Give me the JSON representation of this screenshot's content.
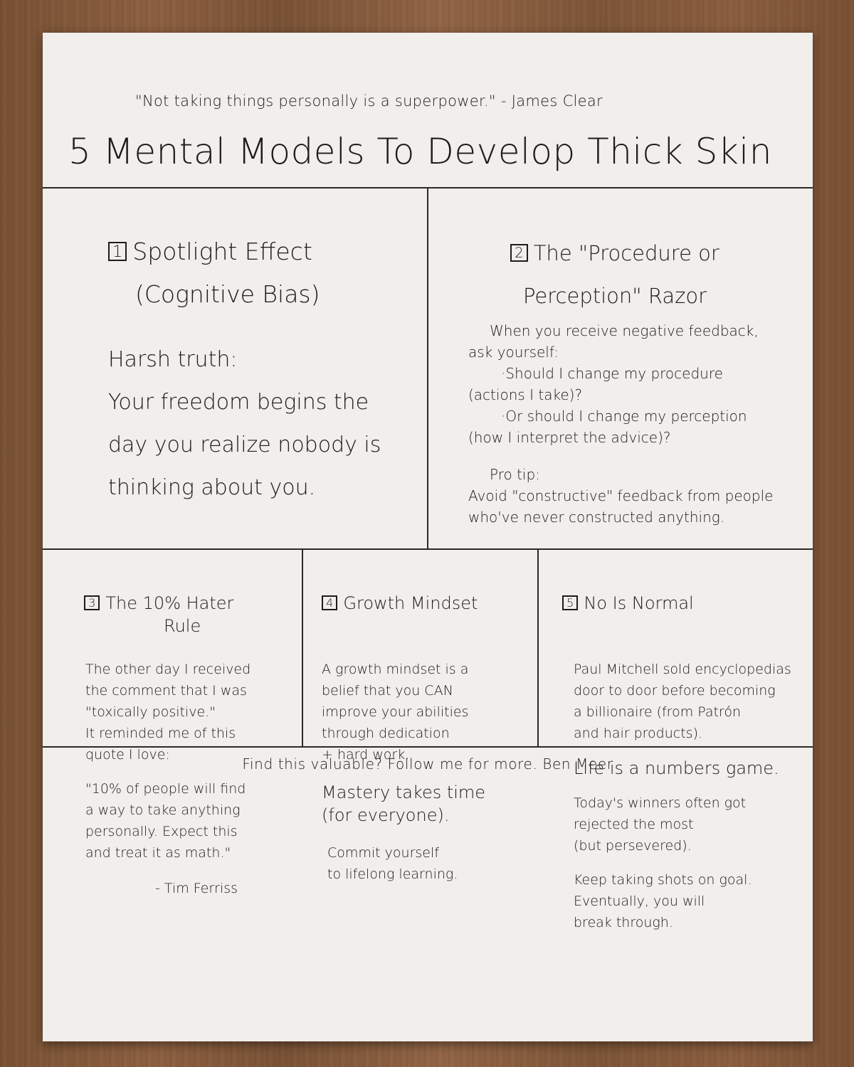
{
  "quote": "\"Not taking things personally is a superpower.\"  - James Clear",
  "title": "5 Mental Models To Develop Thick Skin",
  "sections": [
    {
      "number": "1",
      "title_line1": "Spotlight Effect",
      "title_line2": "(Cognitive Bias)",
      "body": [
        "Harsh truth:",
        "Your freedom begins the",
        "day you realize nobody is",
        "thinking about you."
      ]
    },
    {
      "number": "2",
      "title_line1": "The \"Procedure or",
      "title_line2": "Perception\" Razor",
      "intro_line1": "When you receive negative feedback,",
      "intro_line2": "ask yourself:",
      "q1_line1": "·Should I change my procedure",
      "q1_line2": "(actions I take)?",
      "q2_line1": "·Or should I change my perception",
      "q2_line2": "(how I interpret the advice)?",
      "tip_label": "Pro tip:",
      "tip_line1": "Avoid \"constructive\" feedback from people",
      "tip_line2": "who've never constructed anything."
    },
    {
      "number": "3",
      "title_line1": "The 10% Hater",
      "title_line2": "Rule",
      "body": [
        "The other day I received",
        "the comment that I was",
        "\"toxically positive.\"",
        "It reminded me of this",
        "quote I love:"
      ],
      "quote_lines": [
        "\"10% of people will find",
        "a way to take anything",
        "personally. Expect this",
        "and treat it as math.\""
      ],
      "attribution": "- Tim Ferriss"
    },
    {
      "number": "4",
      "title": "Growth Mindset",
      "body": [
        "A growth mindset is a",
        "belief that you CAN",
        "improve your abilities",
        "through dedication",
        "+ hard work."
      ],
      "mastery_lines": [
        "Mastery takes time",
        "(for everyone)."
      ],
      "commit_lines": [
        "Commit yourself",
        "to lifelong learning."
      ]
    },
    {
      "number": "5",
      "title": "No Is Normal",
      "body": [
        "Paul Mitchell sold encyclopedias",
        "door to door before becoming",
        "a billionaire (from Patrón",
        "and hair products)."
      ],
      "numbers_line": "Life is a numbers game.",
      "winners_lines": [
        "Today's winners often got",
        "rejected the most",
        "(but persevered)."
      ],
      "keep_lines": [
        "Keep taking shots on goal.",
        "Eventually, you will",
        "break through."
      ]
    }
  ],
  "footer": "Find this valuable? Follow me for more. Ben Meer"
}
